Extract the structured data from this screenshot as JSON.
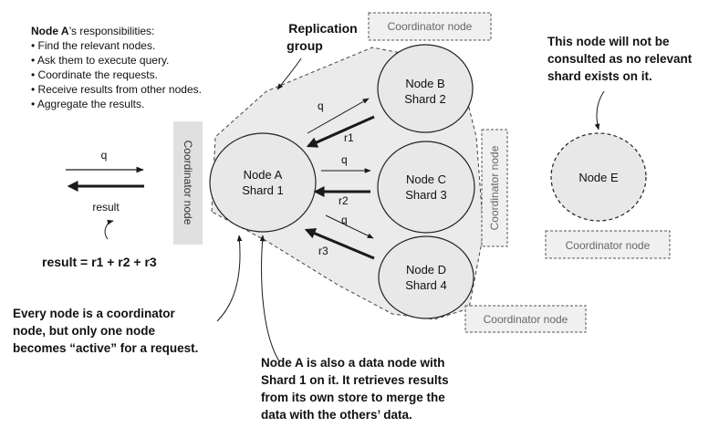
{
  "responsibilities": {
    "heading_bold": "Node A",
    "heading_rest": "’s responsibilities:",
    "bullets": [
      "• Find the relevant nodes.",
      "• Ask them to execute query.",
      "• Coordinate the requests.",
      "• Receive results from other nodes.",
      "• Aggregate the results."
    ]
  },
  "replication_group": {
    "line1": "Replication",
    "line2": "group"
  },
  "coordinator_label": "Coordinator node",
  "nodes": {
    "a": {
      "name": "Node A",
      "shard": "Shard 1"
    },
    "b": {
      "name": "Node B",
      "shard": "Shard 2"
    },
    "c": {
      "name": "Node C",
      "shard": "Shard 3"
    },
    "d": {
      "name": "Node D",
      "shard": "Shard 4"
    },
    "e": {
      "name": "Node E"
    }
  },
  "client": {
    "query": "q",
    "result": "result"
  },
  "arrows": {
    "q": "q",
    "r1": "r1",
    "r2": "r2",
    "r3": "r3"
  },
  "formula": "result = r1 + r2 + r3",
  "note_e": [
    "This node will not be",
    "consulted as no relevant",
    "shard exists on it."
  ],
  "note_every": [
    "Every node is a coordinator",
    "node, but only one node",
    "becomes “active” for a request."
  ],
  "note_a": [
    "Node A is also a data node with",
    "Shard 1 on it. It retrieves results",
    "from its own store to merge the",
    "data with the others’ data."
  ]
}
